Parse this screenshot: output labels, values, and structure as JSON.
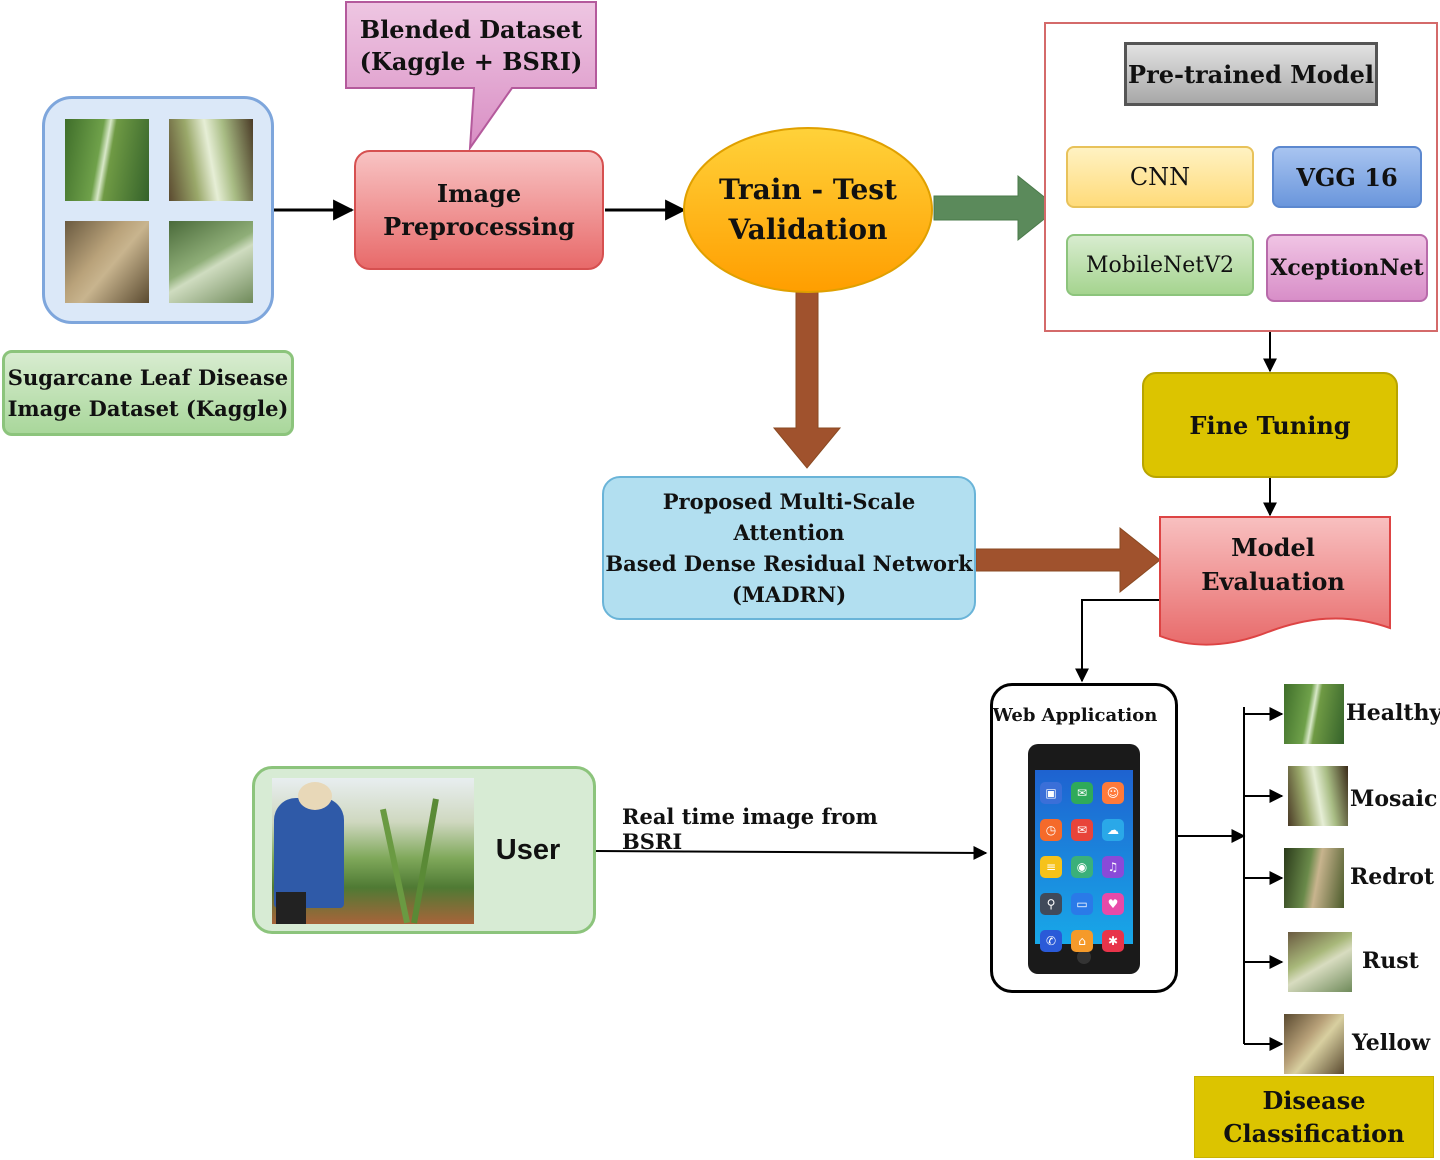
{
  "blended": {
    "line1": "Blended Dataset",
    "line2": "(Kaggle + BSRI)"
  },
  "source_dataset": {
    "label": "Sugarcane Leaf Disease\nImage Dataset (Kaggle)"
  },
  "preprocessing": {
    "label": "Image\nPreprocessing"
  },
  "split": {
    "label": "Train - Test\nValidation"
  },
  "pretrained": {
    "title": "Pre-trained Model",
    "models": [
      "CNN",
      "VGG 16",
      "MobileNetV2",
      "XceptionNet"
    ]
  },
  "fine_tuning": {
    "label": "Fine Tuning"
  },
  "proposed": {
    "label": "Proposed Multi-Scale Attention\nBased Dense Residual Network\n(MADRN)"
  },
  "evaluation": {
    "label": "Model\nEvaluation"
  },
  "web_app": {
    "label": "Web Application"
  },
  "user": {
    "label": "User"
  },
  "realtime": {
    "label": "Real time image from BSRI"
  },
  "classes": [
    "Healthy",
    "Mosaic",
    "Redrot",
    "Rust",
    "Yellow"
  ],
  "disease_classification": {
    "label": "Disease\nClassification"
  },
  "colors": {
    "pink_box": "#f08a8a",
    "orange_ellipse": "#ffb400",
    "green_arrow": "#5b8a5b",
    "brown_arrow": "#a0522d",
    "yellow_box": "#d9c400",
    "blue_box": "#b3dff0",
    "green_box": "#d4e9cf"
  },
  "icons": [
    "leaf-thumbnail",
    "smartphone-icon",
    "farmer-photo"
  ]
}
